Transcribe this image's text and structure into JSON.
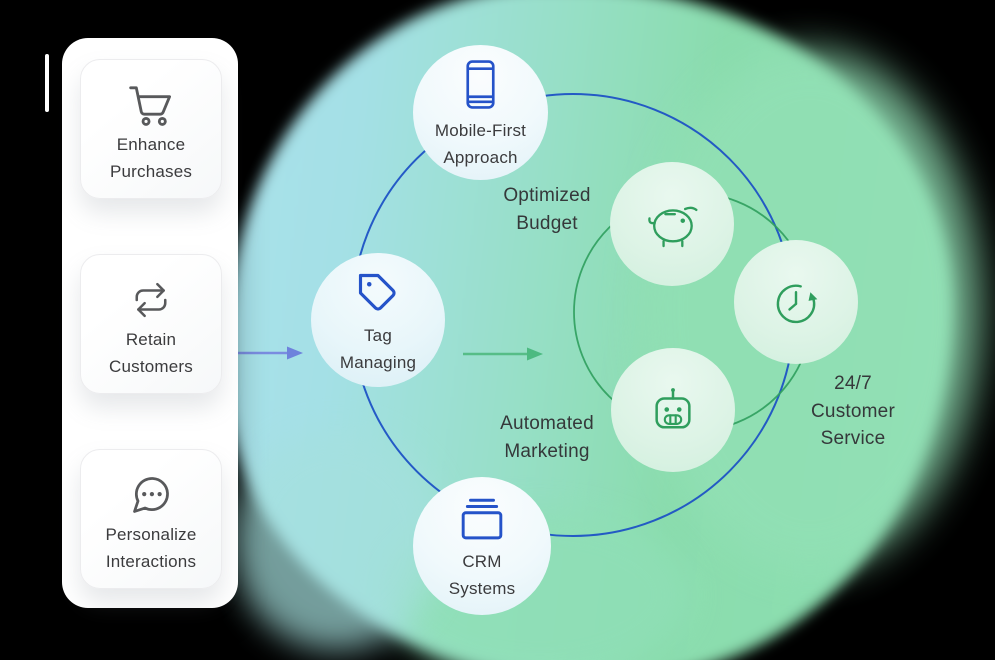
{
  "sidebar": {
    "cards": [
      {
        "icon": "shopping-cart-icon",
        "lines": [
          "Enhance",
          "Purchases"
        ]
      },
      {
        "icon": "repeat-icon",
        "lines": [
          "Retain",
          "Customers"
        ]
      },
      {
        "icon": "chat-bubble-icon",
        "lines": [
          "Personalize",
          "Interactions"
        ]
      }
    ]
  },
  "nodes": {
    "tag": {
      "icon": "tag-icon",
      "lines": [
        "Tag",
        "Managing"
      ]
    },
    "mobile": {
      "icon": "smartphone-icon",
      "lines": [
        "Mobile-First",
        "Approach"
      ]
    },
    "crm": {
      "icon": "stack-icon",
      "lines": [
        "CRM",
        "Systems"
      ]
    },
    "piggy": {
      "icon": "piggy-bank-icon"
    },
    "robot": {
      "icon": "robot-icon"
    },
    "clock": {
      "icon": "clock-history-icon"
    }
  },
  "labels": {
    "optimized_budget": {
      "lines": [
        "Optimized",
        "Budget"
      ]
    },
    "automated_marketing": {
      "lines": [
        "Automated",
        "Marketing"
      ]
    },
    "customer_service": {
      "lines": [
        "24/7",
        "Customer",
        "Service"
      ]
    }
  },
  "colors": {
    "blob_cyan": "#a7e0e9",
    "blob_green": "#8adcad",
    "outer_orbit_blue": "#1e52c5",
    "inner_orbit_green": "#2f9e5d",
    "blue_icon": "#2553c9",
    "green_icon": "#2f9e5d",
    "gray_icon": "#58595b",
    "text": "#363638",
    "arrow_blue": "#7288dc",
    "arrow_green": "#52bd86",
    "panel_bg": "#ffffff"
  }
}
